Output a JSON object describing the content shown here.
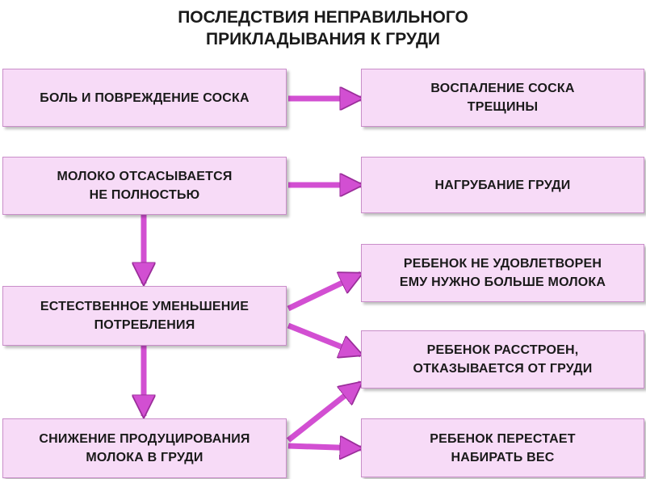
{
  "title": {
    "line1": "ПОСЛЕДСТВИЯ НЕПРАВИЛЬНОГО",
    "line2": "ПРИКЛАДЫВАНИЯ К ГРУДИ"
  },
  "left_boxes": {
    "pain": {
      "line1": "БОЛЬ И ПОВРЕЖДЕНИЕ  СОСКА"
    },
    "milk": {
      "line1": "МОЛОКО ОТСАСЫВАЕТСЯ",
      "line2": "НЕ ПОЛНОСТЬЮ"
    },
    "demand": {
      "line1": "ЕСТЕСТВЕННОЕ УМЕНЬШЕНИЕ",
      "line2": "ПОТРЕБЛЕНИЯ"
    },
    "production": {
      "line1": "СНИЖЕНИЕ ПРОДУЦИРОВАНИЯ",
      "line2": "МОЛОКА В ГРУДИ"
    }
  },
  "right_boxes": {
    "inflammation": {
      "line1": "ВОСПАЛЕНИЕ  СОСКА",
      "line2": "ТРЕЩИНЫ"
    },
    "engorgement": {
      "line1": "НАГРУБАНИЕ  ГРУДИ"
    },
    "unsatisfied": {
      "line1": "РЕБЕНОК НЕ УДОВЛЕТВОРЕН",
      "line2": "ЕМУ НУЖНО БОЛЬШЕ  МОЛОКА"
    },
    "upset": {
      "line1": "РЕБЕНОК РАССТРОЕН,",
      "line2": "ОТКАЗЫВАЕТСЯ ОТ ГРУДИ"
    },
    "weight": {
      "line1": "РЕБЕНОК ПЕРЕСТАЕТ",
      "line2": "НАБИРАТЬ ВЕС"
    }
  },
  "colors": {
    "box_fill": "#f7dbf7",
    "box_border": "#c98ec9",
    "arrow": "#d24fd2",
    "arrow_outline": "#9a2e9a"
  }
}
